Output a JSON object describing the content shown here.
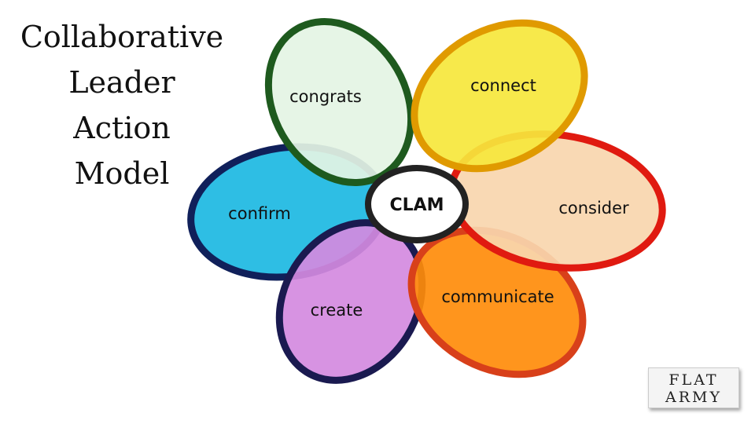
{
  "title_lines": [
    "Collaborative",
    "Leader",
    "Action",
    "Model"
  ],
  "center": {
    "label": "CLAM"
  },
  "petals": [
    {
      "label": "congrats",
      "fill": "#e4f4e4",
      "stroke": "#1e5a1e"
    },
    {
      "label": "connect",
      "fill": "#f6e73c",
      "stroke": "#e09a00"
    },
    {
      "label": "consider",
      "fill": "#f8d6ae",
      "stroke": "#e01a10"
    },
    {
      "label": "communicate",
      "fill": "#ff8c0a",
      "stroke": "#d8401a"
    },
    {
      "label": "create",
      "fill": "#d48ae0",
      "stroke": "#1a1a50"
    },
    {
      "label": "confirm",
      "fill": "#1cb8e2",
      "stroke": "#10205a"
    }
  ],
  "logo": {
    "line1": "FLAT",
    "line2": "ARMY"
  }
}
